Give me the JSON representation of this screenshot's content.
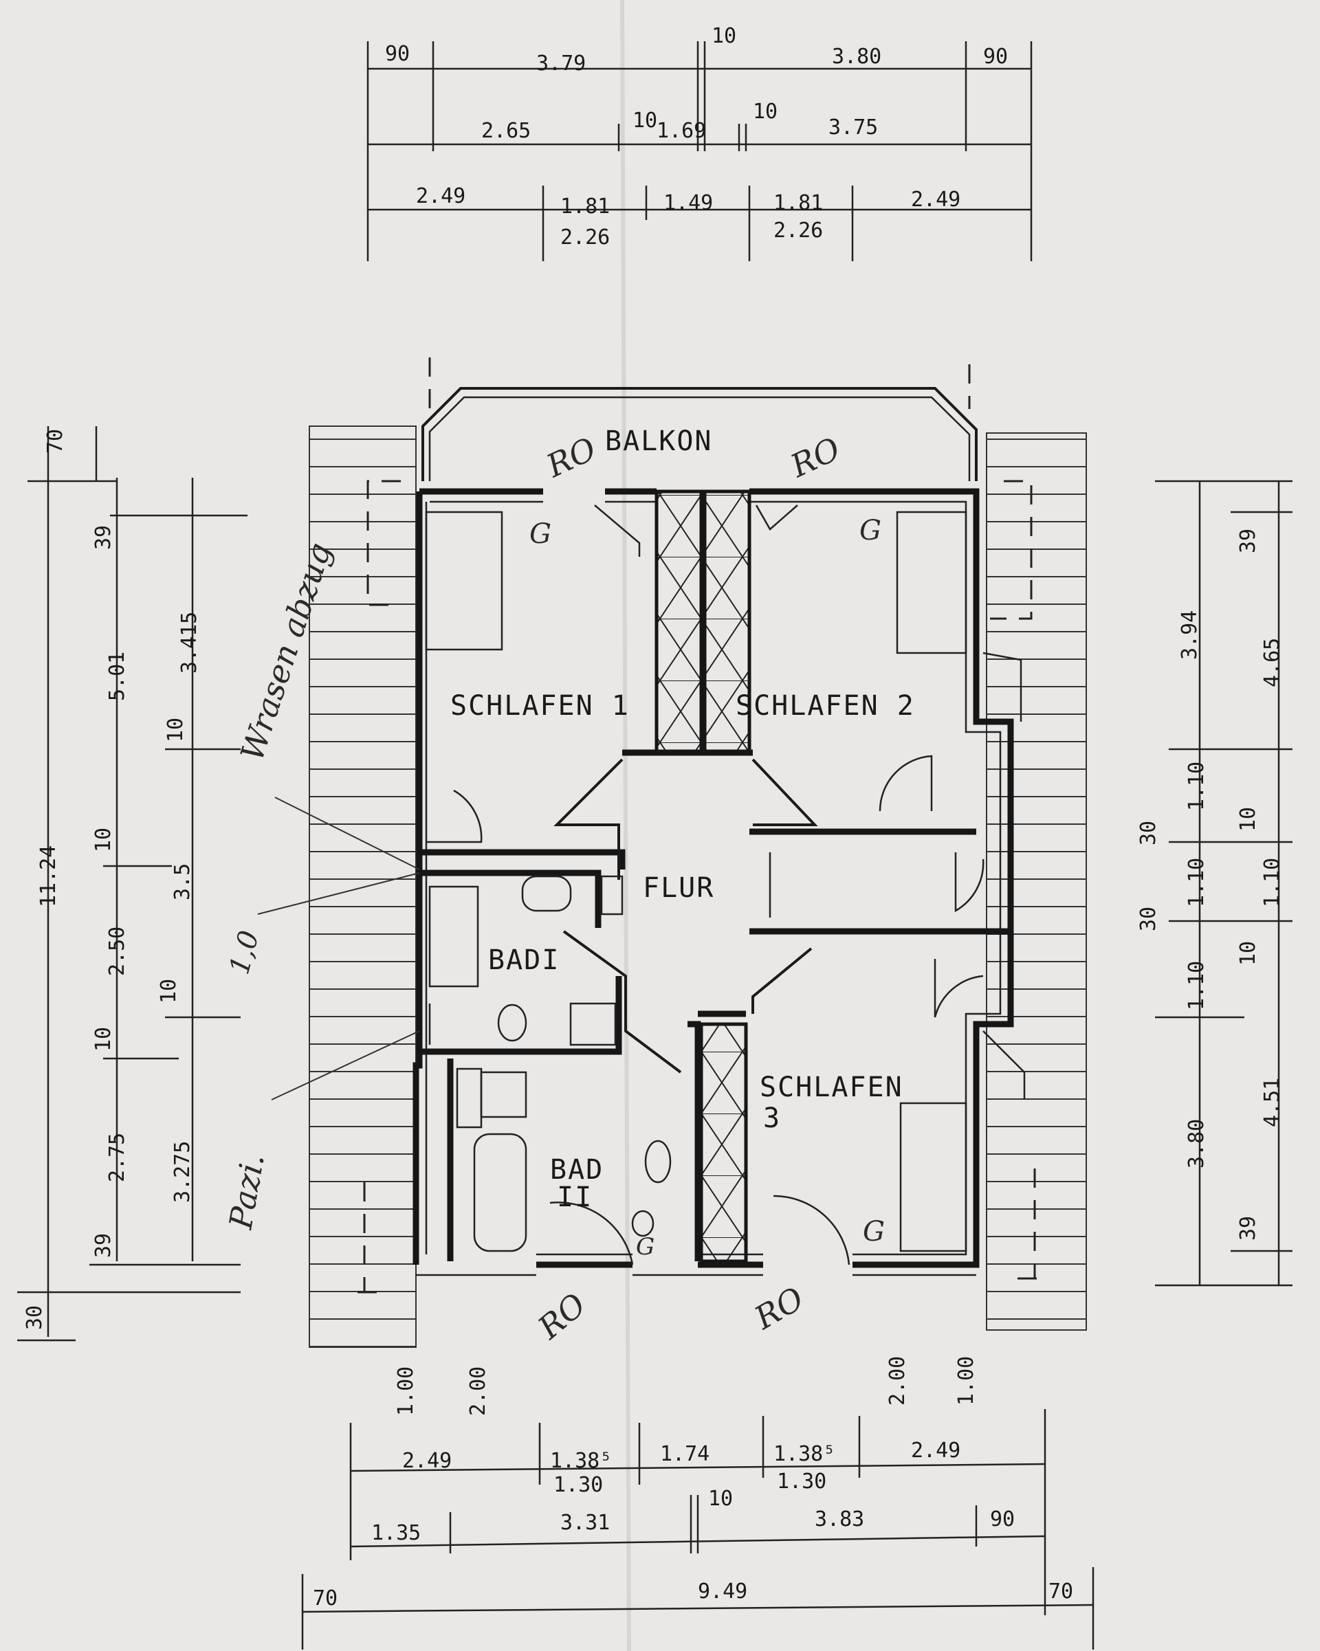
{
  "rooms": {
    "balkon": "BALKON",
    "schlafen1": "SCHLAFEN 1",
    "schlafen2": "SCHLAFEN 2",
    "schlafen3_line1": "SCHLAFEN",
    "schlafen3_line2": "3",
    "flur": "FLUR",
    "bad1": "BADI",
    "bad2_line1": "BAD",
    "bad2_line2": "II"
  },
  "annotations": {
    "ro_top_left": "RO",
    "ro_top_right": "RO",
    "ro_bottom_left": "RO",
    "ro_bottom_right": "RO",
    "g_marks": [
      "G",
      "G",
      "G",
      "G"
    ],
    "handwriting_wrasen": "Wrasen abzug",
    "handwriting_putzs": "Pazi.",
    "handwriting_mid": "1,0"
  },
  "dimensions": {
    "top_row1": [
      "90",
      "3.79",
      "10",
      "3.80",
      "90"
    ],
    "top_row2": [
      "2.65",
      "10",
      "1.69",
      "10",
      "3.75"
    ],
    "top_row3": [
      "2.49",
      "1.81",
      "2.26",
      "1.49",
      "1.81",
      "2.26",
      "2.49"
    ],
    "left_outer": [
      "70",
      "11.24",
      "30"
    ],
    "left_mid": [
      "39",
      "5.01",
      "10",
      "3.5",
      "2.50",
      "10",
      "2.75",
      "39"
    ],
    "left_inner": [
      "3.415",
      "10",
      "10",
      "3.275"
    ],
    "right_inner": [
      "3.94",
      "30",
      "1.10",
      "30",
      "1.10",
      "1.10",
      "3.80"
    ],
    "right_outer": [
      "39",
      "4.65",
      "10",
      "1.10",
      "10",
      "4.51",
      "39"
    ],
    "bottom_heights": [
      "1.00",
      "2.00",
      "2.00",
      "1.00"
    ],
    "bottom_row1": [
      "2.49",
      "1.38⁵",
      "1.30",
      "1.74",
      "1.38⁵",
      "1.30",
      "2.49"
    ],
    "bottom_row2": [
      "1.35",
      "3.31",
      "10",
      "3.83",
      "90"
    ],
    "bottom_row3": [
      "70",
      "9.49",
      "70"
    ]
  },
  "colors": {
    "paper": "#e9e8e6",
    "ink": "#161616"
  }
}
